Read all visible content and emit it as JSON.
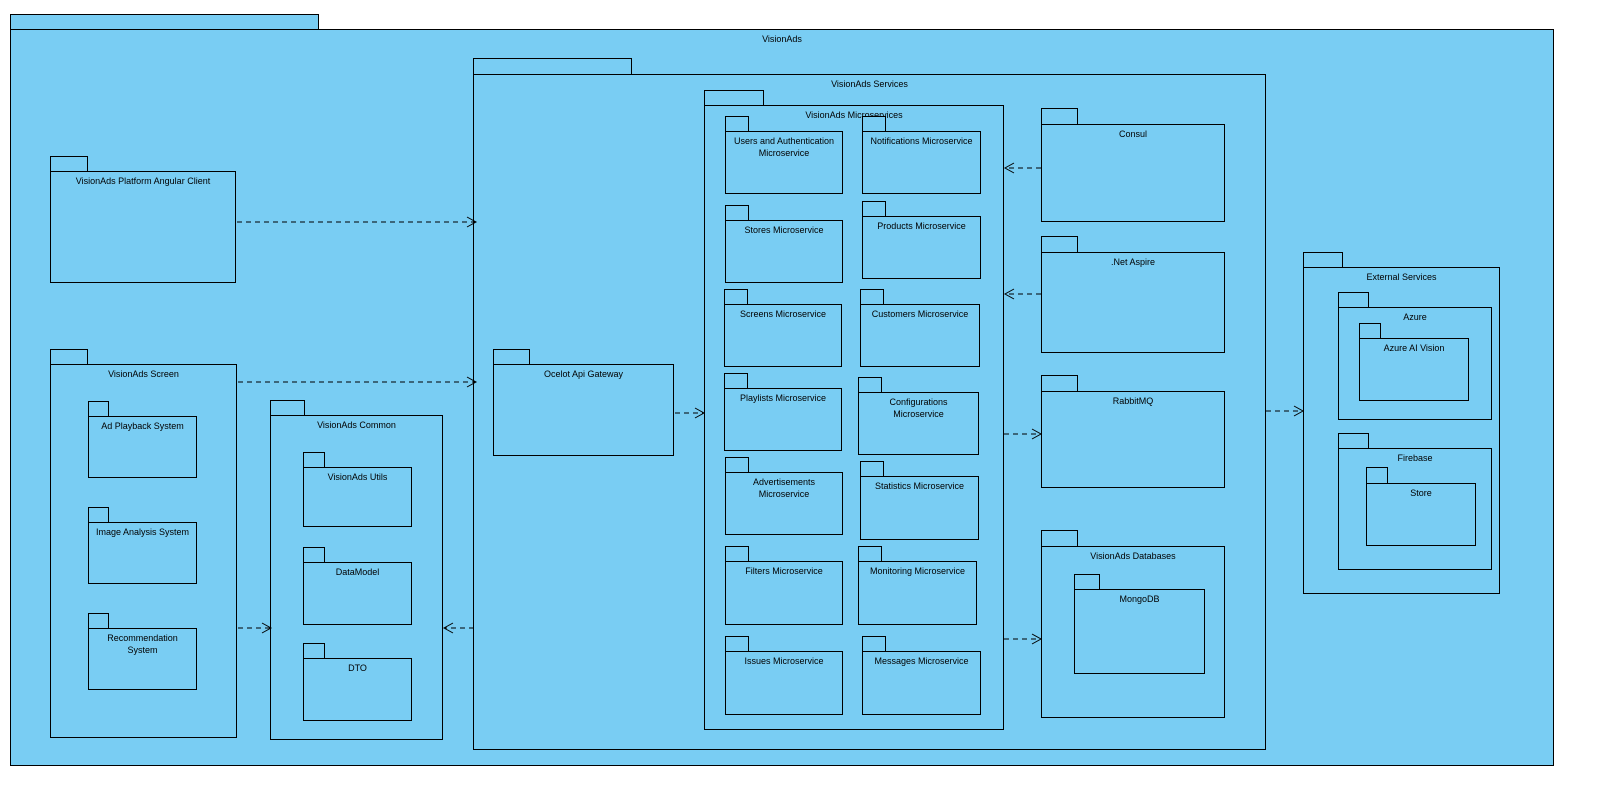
{
  "diagram": {
    "packages": {
      "root": "VisionAds",
      "angular_client": "VisionAds Platform Angular Client",
      "screen": "VisionAds Screen",
      "ad_playback": "Ad Playback System",
      "image_analysis": "Image Analysis System",
      "recommendation": "Recommendation System",
      "common": "VisionAds Common",
      "utils": "VisionAds Utils",
      "datamodel": "DataModel",
      "dto": "DTO",
      "services": "VisionAds Services",
      "gateway": "Ocelot Api Gateway",
      "microservices": "VisionAds Microservices",
      "users_auth": "Users and Authentication Microservice",
      "notifications": "Notifications Microservice",
      "stores": "Stores Microservice",
      "products": "Products Microservice",
      "screens": "Screens Microservice",
      "customers": "Customers Microservice",
      "playlists": "Playlists Microservice",
      "configurations": "Configurations Microservice",
      "advertisements": "Advertisements Microservice",
      "statistics": "Statistics Microservice",
      "filters": "Filters Microservice",
      "monitoring": "Monitoring Microservice",
      "issues": "Issues Microservice",
      "messages": "Messages Microservice",
      "consul": "Consul",
      "aspire": ".Net Aspire",
      "rabbitmq": "RabbitMQ",
      "databases": "VisionAds Databases",
      "mongodb": "MongoDB",
      "external": "External Services",
      "azure": "Azure",
      "azure_ai_vision": "Azure AI Vision",
      "firebase": "Firebase",
      "store": "Store"
    },
    "dependencies": [
      {
        "from": "angular_client",
        "to": "services"
      },
      {
        "from": "screen",
        "to": "services"
      },
      {
        "from": "screen",
        "to": "common"
      },
      {
        "from": "services",
        "to": "common"
      },
      {
        "from": "gateway",
        "to": "microservices"
      },
      {
        "from": "consul",
        "to": "microservices"
      },
      {
        "from": "aspire",
        "to": "microservices"
      },
      {
        "from": "microservices",
        "to": "rabbitmq"
      },
      {
        "from": "microservices",
        "to": "databases"
      },
      {
        "from": "services",
        "to": "external"
      }
    ]
  }
}
